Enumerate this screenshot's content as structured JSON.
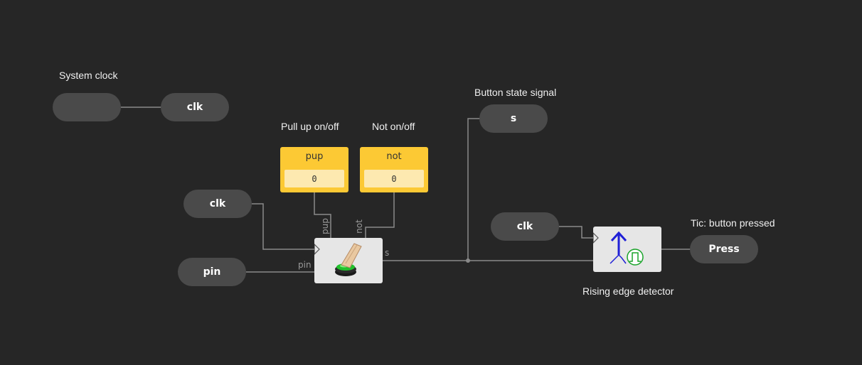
{
  "labels": {
    "system_clock": "System clock",
    "pull_up": "Pull up on/off",
    "not_onoff": "Not on/off",
    "button_state": "Button state signal",
    "tic": "Tic: button pressed",
    "rising_edge": "Rising edge detector"
  },
  "ports": {
    "sys_clock_source": "",
    "sys_clock_out": "clk",
    "button_clk": "clk",
    "pin": "pin",
    "state_s": "s",
    "edge_clk": "clk",
    "press": "Press"
  },
  "params": {
    "pup": {
      "name": "pup",
      "value": "0"
    },
    "not": {
      "name": "not",
      "value": "0"
    }
  },
  "pin_labels": {
    "pup": "pup",
    "not": "not",
    "pin": "pin",
    "s": "s"
  },
  "icons": {
    "button_block": "push-button-icon",
    "edge_block": "rising-edge-icon"
  },
  "colors": {
    "background": "#262626",
    "port": "#4a4a4a",
    "param": "#fcc934",
    "block": "#e6e6e6",
    "wire": "#8a8a8a"
  }
}
